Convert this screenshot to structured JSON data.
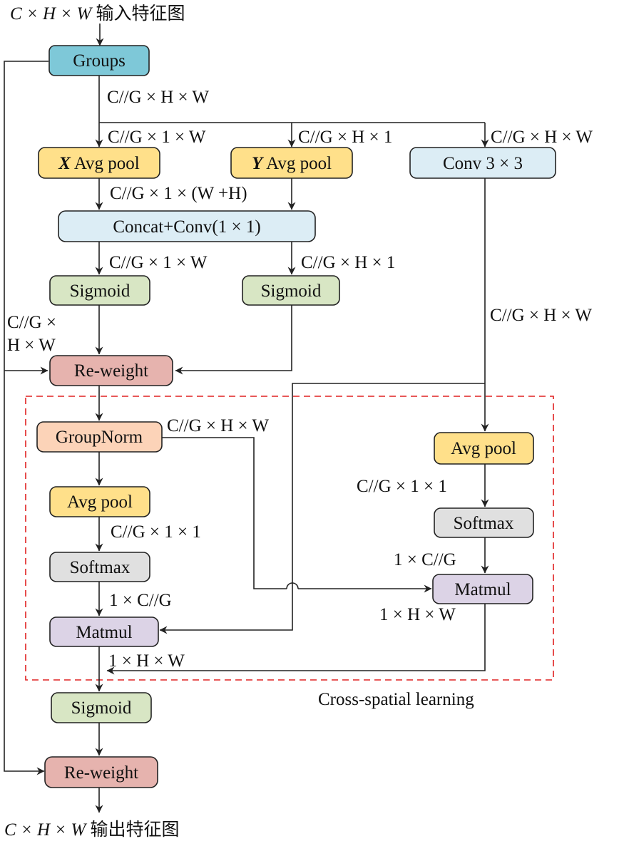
{
  "colors": {
    "groups": "#7ec8d8",
    "avgpool": "#ffe08a",
    "conv": "#dcedf5",
    "sigmoid": "#d8e6c4",
    "reweight": "#e6b3ae",
    "groupnorm": "#fcd3b8",
    "softmax": "#e0e0e0",
    "matmul": "#dcd3e6",
    "dashed_region": "#e02020"
  },
  "io": {
    "input_shape": "C × H × W",
    "input_text": "输入特征图",
    "output_shape": "C × H × W",
    "output_text": "输出特征图"
  },
  "boxes": {
    "groups": "Groups",
    "x_avg_pool_axis": "X",
    "x_avg_pool": "Avg pool",
    "y_avg_pool_axis": "Y",
    "y_avg_pool": "Avg pool",
    "conv3": "Conv 3 × 3",
    "concat_conv": "Concat+Conv(1 × 1)",
    "sigmoid_left": "Sigmoid",
    "sigmoid_right": "Sigmoid",
    "reweight_top": "Re-weight",
    "groupnorm": "GroupNorm",
    "avgpool_left": "Avg pool",
    "avgpool_right": "Avg pool",
    "softmax_left": "Softmax",
    "softmax_right": "Softmax",
    "matmul_left": "Matmul",
    "matmul_right": "Matmul",
    "sigmoid_bottom": "Sigmoid",
    "reweight_bottom": "Re-weight"
  },
  "labels": {
    "after_groups": "C//G × H × W",
    "x_branch": "C//G × 1 × W",
    "y_branch": "C//G × H × 1",
    "conv_branch": "C//G × H × W",
    "concat_input": "C//G × 1 × (W +H)",
    "split_x": "C//G × 1 × W",
    "split_y": "C//G × H × 1",
    "skip_line1": "C//G ×",
    "skip_line2": "H × W",
    "conv_out": "C//G × H × W",
    "groupnorm_out": "C//G × H × W",
    "left_avgpool_out": "C//G × 1 × 1",
    "right_avgpool_out": "C//G × 1 × 1",
    "left_softmax_out": "1 × C//G",
    "right_softmax_out": "1 × C//G",
    "right_matmul_out": "1 × H × W",
    "left_matmul_out": "1 × H × W"
  },
  "region_caption": "Cross-spatial learning"
}
